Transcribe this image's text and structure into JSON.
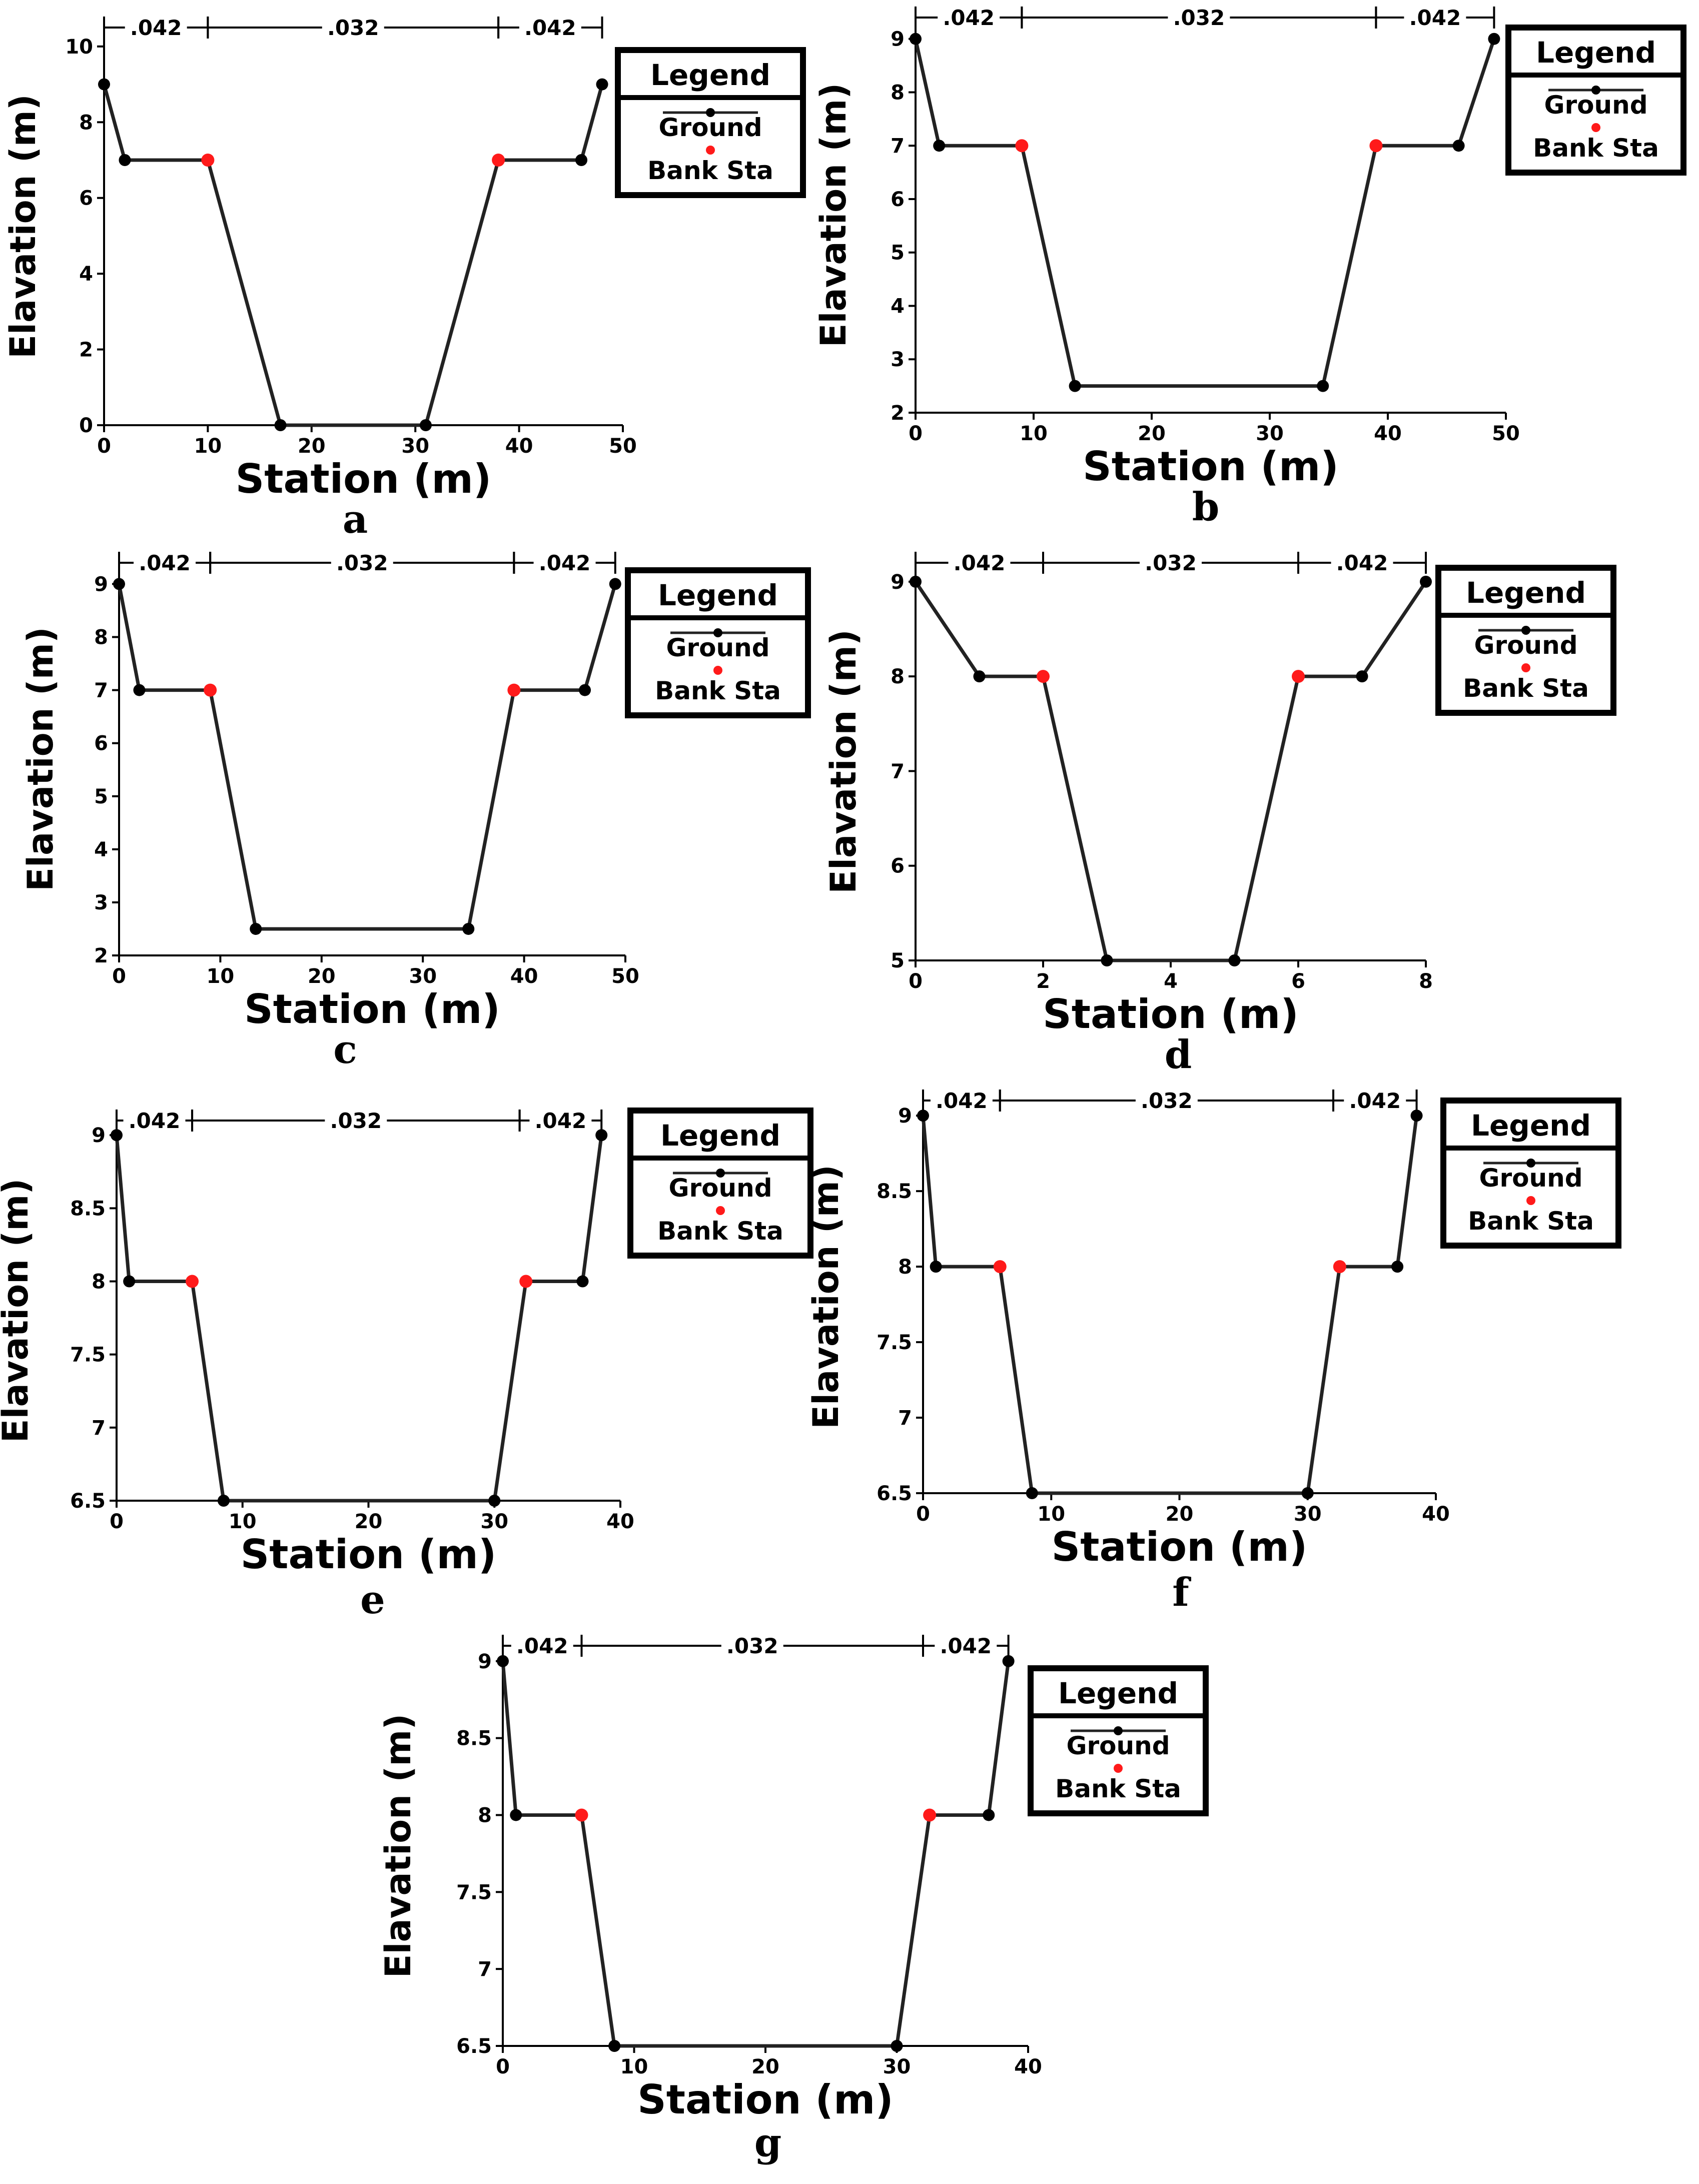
{
  "chart_data": [
    {
      "id": "a",
      "type": "line",
      "panel_label": "a",
      "xlabel": "Station (m)",
      "ylabel": "Elavation (m)",
      "xlim": [
        0,
        50
      ],
      "ylim": [
        0,
        10.5
      ],
      "xticks": [
        0,
        10,
        20,
        30,
        40,
        50
      ],
      "xtick_labels": [
        "0",
        "10",
        "20",
        "30",
        "40",
        "50"
      ],
      "yticks": [
        0,
        2,
        4,
        6,
        8,
        10
      ],
      "ytick_labels": [
        "0",
        "2",
        "4",
        "6",
        "8",
        "10"
      ],
      "series": [
        {
          "name": "Ground",
          "x": [
            0,
            2,
            10,
            17,
            31,
            38,
            46,
            48
          ],
          "y": [
            9,
            7,
            7,
            0,
            0,
            7,
            7,
            9
          ]
        },
        {
          "name": "Bank Sta",
          "x": [
            10,
            38
          ],
          "y": [
            7,
            7
          ]
        }
      ],
      "manning": [
        {
          "label": ".042",
          "from": 0,
          "to": 10
        },
        {
          "label": ".032",
          "from": 10,
          "to": 38
        },
        {
          "label": ".042",
          "from": 38,
          "to": 48
        }
      ],
      "legend": {
        "title": "Legend",
        "items": [
          "Ground",
          "Bank Sta"
        ],
        "position": "top-right"
      }
    },
    {
      "id": "b",
      "type": "line",
      "panel_label": "b",
      "xlabel": "Station (m)",
      "ylabel": "Elavation (m)",
      "xlim": [
        0,
        50
      ],
      "ylim": [
        2,
        9.4
      ],
      "xticks": [
        0,
        10,
        20,
        30,
        40,
        50
      ],
      "xtick_labels": [
        "0",
        "10",
        "20",
        "30",
        "40",
        "50"
      ],
      "yticks": [
        2,
        3,
        4,
        5,
        6,
        7,
        8,
        9
      ],
      "ytick_labels": [
        "2",
        "3",
        "4",
        "5",
        "6",
        "7",
        "8",
        "9"
      ],
      "series": [
        {
          "name": "Ground",
          "x": [
            0,
            2,
            9,
            13.5,
            34.5,
            39,
            46,
            49
          ],
          "y": [
            9,
            7,
            7,
            2.5,
            2.5,
            7,
            7,
            9
          ]
        },
        {
          "name": "Bank Sta",
          "x": [
            9,
            39
          ],
          "y": [
            7,
            7
          ]
        }
      ],
      "manning": [
        {
          "label": ".042",
          "from": 0,
          "to": 9
        },
        {
          "label": ".032",
          "from": 9,
          "to": 39
        },
        {
          "label": ".042",
          "from": 39,
          "to": 49
        }
      ],
      "legend": {
        "title": "Legend",
        "items": [
          "Ground",
          "Bank Sta"
        ],
        "position": "top-right"
      }
    },
    {
      "id": "c",
      "type": "line",
      "panel_label": "c",
      "xlabel": "Station (m)",
      "ylabel": "Elavation (m)",
      "xlim": [
        0,
        50
      ],
      "ylim": [
        2,
        9.4
      ],
      "xticks": [
        0,
        10,
        20,
        30,
        40,
        50
      ],
      "xtick_labels": [
        "0",
        "10",
        "20",
        "30",
        "40",
        "50"
      ],
      "yticks": [
        2,
        3,
        4,
        5,
        6,
        7,
        8,
        9
      ],
      "ytick_labels": [
        "2",
        "3",
        "4",
        "5",
        "6",
        "7",
        "8",
        "9"
      ],
      "series": [
        {
          "name": "Ground",
          "x": [
            0,
            2,
            9,
            13.5,
            34.5,
            39,
            46,
            49
          ],
          "y": [
            9,
            7,
            7,
            2.5,
            2.5,
            7,
            7,
            9
          ]
        },
        {
          "name": "Bank Sta",
          "x": [
            9,
            39
          ],
          "y": [
            7,
            7
          ]
        }
      ],
      "manning": [
        {
          "label": ".042",
          "from": 0,
          "to": 9
        },
        {
          "label": ".032",
          "from": 9,
          "to": 39
        },
        {
          "label": ".042",
          "from": 39,
          "to": 49
        }
      ],
      "legend": {
        "title": "Legend",
        "items": [
          "Ground",
          "Bank Sta"
        ],
        "position": "top-right"
      }
    },
    {
      "id": "d",
      "type": "line",
      "panel_label": "d",
      "xlabel": "Station (m)",
      "ylabel": "Elavation (m)",
      "xlim": [
        0,
        8
      ],
      "ylim": [
        5,
        9.2
      ],
      "xticks": [
        0,
        2,
        4,
        6,
        8
      ],
      "xtick_labels": [
        "0",
        "2",
        "4",
        "6",
        "8"
      ],
      "yticks": [
        5,
        6,
        7,
        8,
        9
      ],
      "ytick_labels": [
        "5",
        "6",
        "7",
        "8",
        "9"
      ],
      "series": [
        {
          "name": "Ground",
          "x": [
            0,
            1,
            2,
            3,
            5,
            6,
            7,
            8
          ],
          "y": [
            9,
            8,
            8,
            5,
            5,
            8,
            8,
            9
          ]
        },
        {
          "name": "Bank Sta",
          "x": [
            2,
            6
          ],
          "y": [
            8,
            8
          ]
        }
      ],
      "manning": [
        {
          "label": ".042",
          "from": 0,
          "to": 2
        },
        {
          "label": ".032",
          "from": 2,
          "to": 6
        },
        {
          "label": ".042",
          "from": 6,
          "to": 8
        }
      ],
      "legend": {
        "title": "Legend",
        "items": [
          "Ground",
          "Bank Sta"
        ],
        "position": "top-right"
      }
    },
    {
      "id": "e",
      "type": "line",
      "panel_label": "e",
      "xlabel": "Station (m)",
      "ylabel": "Elavation (m)",
      "xlim": [
        0,
        40
      ],
      "ylim": [
        6.5,
        9.1
      ],
      "xticks": [
        0,
        10,
        20,
        30,
        40
      ],
      "xtick_labels": [
        "0",
        "10",
        "20",
        "30",
        "40"
      ],
      "yticks": [
        6.5,
        7,
        7.5,
        8,
        8.5,
        9
      ],
      "ytick_labels": [
        "6.5",
        "7",
        "7.5",
        "8",
        "8.5",
        "9"
      ],
      "series": [
        {
          "name": "Ground",
          "x": [
            0,
            1,
            6,
            8.5,
            30,
            32.5,
            37,
            38.5
          ],
          "y": [
            9,
            8,
            8,
            6.5,
            6.5,
            8,
            8,
            9
          ]
        },
        {
          "name": "Bank Sta",
          "x": [
            6,
            32.5
          ],
          "y": [
            8,
            8
          ]
        }
      ],
      "manning": [
        {
          "label": ".042",
          "from": 0,
          "to": 6
        },
        {
          "label": ".032",
          "from": 6,
          "to": 32
        },
        {
          "label": ".042",
          "from": 32,
          "to": 38.5
        }
      ],
      "legend": {
        "title": "Legend",
        "items": [
          "Ground",
          "Bank Sta"
        ],
        "position": "top-right"
      }
    },
    {
      "id": "f",
      "type": "line",
      "panel_label": "f",
      "xlabel": "Station (m)",
      "ylabel": "Elavation (m)",
      "xlim": [
        0,
        40
      ],
      "ylim": [
        6.5,
        9.1
      ],
      "xticks": [
        0,
        10,
        20,
        30,
        40
      ],
      "xtick_labels": [
        "0",
        "10",
        "20",
        "30",
        "40"
      ],
      "yticks": [
        6.5,
        7,
        7.5,
        8,
        8.5,
        9
      ],
      "ytick_labels": [
        "6.5",
        "7",
        "7.5",
        "8",
        "8.5",
        "9"
      ],
      "series": [
        {
          "name": "Ground",
          "x": [
            0,
            1,
            6,
            8.5,
            30,
            32.5,
            37,
            38.5
          ],
          "y": [
            9,
            8,
            8,
            6.5,
            6.5,
            8,
            8,
            9
          ]
        },
        {
          "name": "Bank Sta",
          "x": [
            6,
            32.5
          ],
          "y": [
            8,
            8
          ]
        }
      ],
      "manning": [
        {
          "label": ".042",
          "from": 0,
          "to": 6
        },
        {
          "label": ".032",
          "from": 6,
          "to": 32
        },
        {
          "label": ".042",
          "from": 32,
          "to": 38.5
        }
      ],
      "legend": {
        "title": "Legend",
        "items": [
          "Ground",
          "Bank Sta"
        ],
        "position": "top-right"
      }
    },
    {
      "id": "g",
      "type": "line",
      "panel_label": "g",
      "xlabel": "Station (m)",
      "ylabel": "Elavation (m)",
      "xlim": [
        0,
        40
      ],
      "ylim": [
        6.5,
        9.1
      ],
      "xticks": [
        0,
        10,
        20,
        30,
        40
      ],
      "xtick_labels": [
        "0",
        "10",
        "20",
        "30",
        "40"
      ],
      "yticks": [
        6.5,
        7,
        7.5,
        8,
        8.5,
        9
      ],
      "ytick_labels": [
        "6.5",
        "7",
        "7.5",
        "8",
        "8.5",
        "9"
      ],
      "series": [
        {
          "name": "Ground",
          "x": [
            0,
            1,
            6,
            8.5,
            30,
            32.5,
            37,
            38.5
          ],
          "y": [
            9,
            8,
            8,
            6.5,
            6.5,
            8,
            8,
            9
          ]
        },
        {
          "name": "Bank Sta",
          "x": [
            6,
            32.5
          ],
          "y": [
            8,
            8
          ]
        }
      ],
      "manning": [
        {
          "label": ".042",
          "from": 0,
          "to": 6
        },
        {
          "label": ".032",
          "from": 6,
          "to": 32
        },
        {
          "label": ".042",
          "from": 32,
          "to": 38.5
        }
      ],
      "legend": {
        "title": "Legend",
        "items": [
          "Ground",
          "Bank Sta"
        ],
        "position": "top-right"
      }
    }
  ],
  "colors": {
    "ground": "#222222",
    "ground_point": "#000000",
    "bank_station": "#ff1a1a"
  }
}
